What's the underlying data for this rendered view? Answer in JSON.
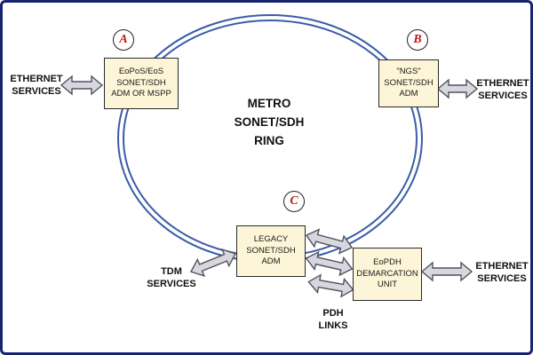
{
  "ring": {
    "center_label": "METRO\nSONET/SDH\nRING"
  },
  "nodes": {
    "a": {
      "badge": "A",
      "label": "EoPoS/EoS\nSONET/SDH\nADM OR MSPP"
    },
    "b": {
      "badge": "B",
      "label": "\"NGS\"\nSONET/SDH\nADM"
    },
    "c": {
      "badge": "C",
      "label": "LEGACY\nSONET/SDH\nADM"
    },
    "eopdh": {
      "label": "EoPDH\nDEMARCATION\nUNIT"
    }
  },
  "services": {
    "ethernet_left": "ETHERNET\nSERVICES",
    "ethernet_right_top": "ETHERNET\nSERVICES",
    "ethernet_right_bottom": "ETHERNET\nSERVICES",
    "tdm": "TDM\nSERVICES",
    "pdh_links": "PDH\nLINKS"
  },
  "colors": {
    "ring_stroke": "#3a5ca8",
    "box_fill": "#fdf5d7",
    "badge_letter": "#c41818",
    "arrow_fill": "#d7d7df",
    "frame_border": "#18246e"
  }
}
